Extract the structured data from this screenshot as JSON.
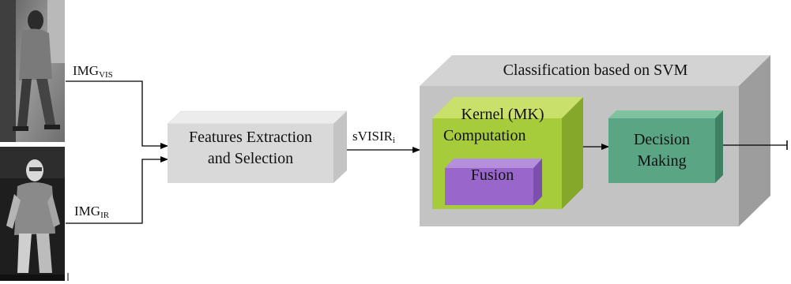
{
  "inputs": {
    "visible": {
      "label": "IMG",
      "subscript": "VIS"
    },
    "infrared": {
      "label": "IMG",
      "subscript": "IR"
    }
  },
  "features_box": {
    "line1": "Features Extraction",
    "line2": "and Selection"
  },
  "feature_vector": {
    "label": "sVISIR",
    "subscript": "i"
  },
  "svm_box": {
    "title": "Classification based on SVM"
  },
  "kernel_box": {
    "line1": "Kernel (MK)",
    "line2": "Computation"
  },
  "fusion_box": {
    "label": "Fusion"
  },
  "decision_box": {
    "line1": "Decision",
    "line2": "Making"
  },
  "colors": {
    "grey_box": "#d9d9d9",
    "svm_front": "#c3c3c3",
    "kernel_green": "#a6cc3b",
    "fusion_purple": "#9966cc",
    "decision_teal": "#5aa583"
  }
}
